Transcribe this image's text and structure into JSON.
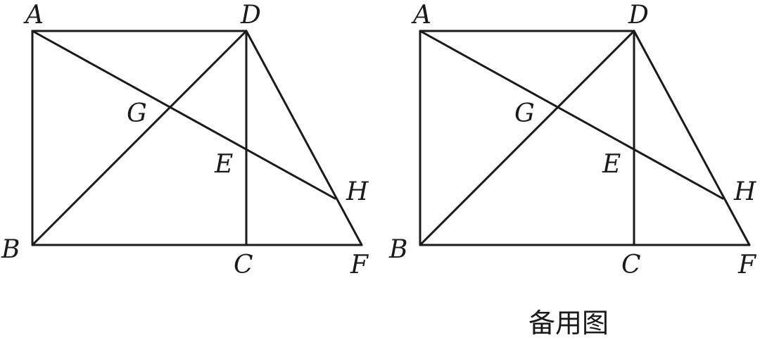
{
  "figures": [
    {
      "points": {
        "A": "A",
        "B": "B",
        "C": "C",
        "D": "D",
        "E": "E",
        "F": "F",
        "G": "G",
        "H": "H"
      }
    },
    {
      "points": {
        "A": "A",
        "B": "B",
        "C": "C",
        "D": "D",
        "E": "E",
        "F": "F",
        "G": "G",
        "H": "H"
      }
    }
  ],
  "caption": "备用图",
  "colors": {
    "stroke": "#1a1a1a",
    "background": "#ffffff"
  }
}
